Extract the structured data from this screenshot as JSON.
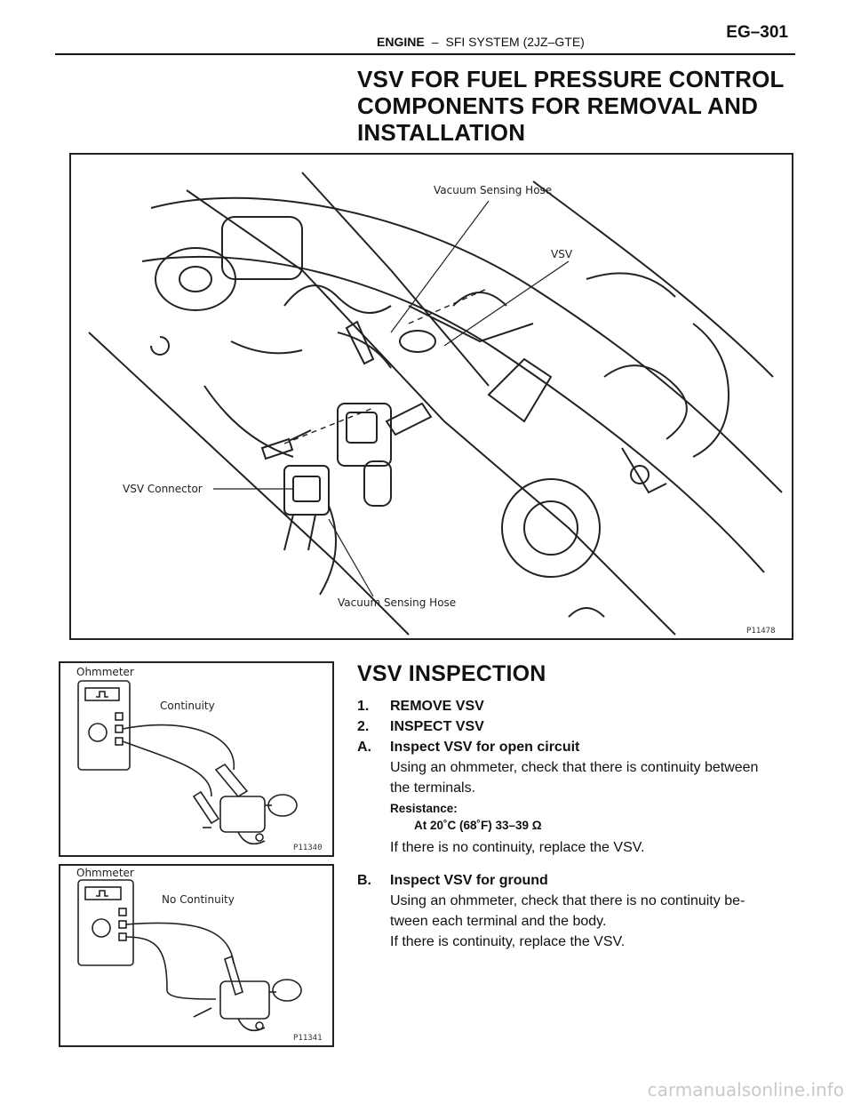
{
  "header": {
    "section": "ENGINE",
    "dash": "–",
    "subsection": "SFI SYSTEM (2JZ–GTE)",
    "page_number": "EG–301"
  },
  "title": {
    "lines": [
      "VSV FOR FUEL PRESSURE CONTROL",
      "COMPONENTS FOR REMOVAL AND",
      "INSTALLATION"
    ]
  },
  "figure_main": {
    "labels": {
      "vacuum_hose_top": "Vacuum Sensing Hose",
      "vsv": "VSV",
      "vsv_connector": "VSV Connector",
      "vacuum_hose_bottom": "Vacuum Sensing Hose"
    },
    "code": "P11478"
  },
  "figure_continuity": {
    "ohmmeter": "Ohmmeter",
    "label": "Continuity",
    "code": "P11340"
  },
  "figure_no_continuity": {
    "ohmmeter": "Ohmmeter",
    "label": "No Continuity",
    "code": "P11341"
  },
  "inspection": {
    "heading": "VSV INSPECTION",
    "step1_num": "1.",
    "step1": "REMOVE VSV",
    "step2_num": "2.",
    "step2": "INSPECT VSV",
    "a_num": "A.",
    "a_title": "Inspect VSV for open circuit",
    "a_body_1": "Using an ohmmeter, check that there is continuity between",
    "a_body_2": "the terminals.",
    "resistance_label": "Resistance:",
    "resistance_value": "At 20˚C (68˚F) 33–39 Ω",
    "a_note": "If there is no continuity, replace the VSV.",
    "b_num": "B.",
    "b_title": "Inspect VSV for ground",
    "b_body_1": "Using an ohmmeter, check that there is no continuity be-",
    "b_body_2": "tween each terminal and the body.",
    "b_note": "If there is continuity, replace the VSV."
  },
  "watermark": "carmanualsonline.info"
}
